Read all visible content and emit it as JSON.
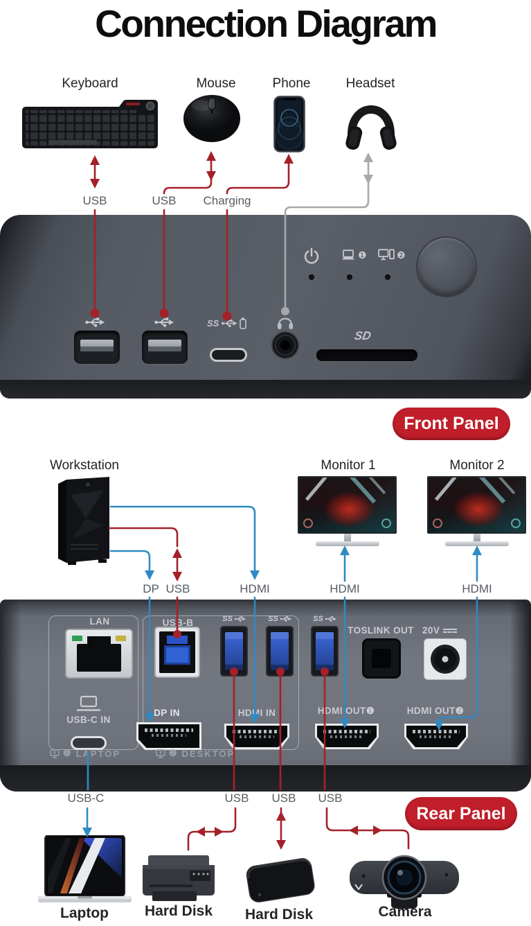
{
  "title": "Connection Diagram",
  "colors": {
    "line_red": "#a42129",
    "line_blue": "#2f8ac3",
    "line_gray": "#a6a8ab",
    "badge_red": "#c01e2a",
    "front_dock_gray": "#565a63",
    "rear_dock_gray": "#72767f"
  },
  "top": {
    "keyboard": "Keyboard",
    "mouse": "Mouse",
    "phone": "Phone",
    "headset": "Headset",
    "usb1": "USB",
    "usb2": "USB",
    "charging": "Charging"
  },
  "front": {
    "badge": "Front Panel",
    "sd": "SD",
    "ss": "SS",
    "num1": "❶",
    "num2": "❷",
    "icons": [
      "usb-port",
      "usb-port",
      "usb-c-charging-port",
      "headset-jack",
      "sd-card-slot",
      "power-indicator",
      "laptop-1-indicator",
      "desktop-2-indicator",
      "selector-button"
    ]
  },
  "mid": {
    "workstation": "Workstation",
    "monitor1": "Monitor 1",
    "monitor2": "Monitor 2"
  },
  "rear_lines": {
    "dp": "DP",
    "usb": "USB",
    "hdmi_in": "HDMI",
    "hdmi_out1": "HDMI",
    "hdmi_out2": "HDMI"
  },
  "rear": {
    "lan": "LAN",
    "usb_b": "USB-B",
    "ss": "SS",
    "toslink": "TOSLINK OUT",
    "power": "20V",
    "usbc_in": "USB-C IN",
    "dp_in": "DP IN",
    "hdmi_in": "HDMI IN",
    "hdmi_out": "HDMI OUT",
    "out1_num": "❶",
    "out2_num": "❷",
    "strip1_num": "❶",
    "strip1": "LAPTOP",
    "strip2_num": "❷",
    "strip2": "DESKTOP",
    "badge": "Rear Panel"
  },
  "bottom": {
    "usbc": "USB-C",
    "usb1": "USB",
    "usb2": "USB",
    "usb3": "USB",
    "laptop": "Laptop",
    "harddisk1": "Hard Disk",
    "harddisk2": "Hard Disk",
    "camera": "Camera"
  }
}
